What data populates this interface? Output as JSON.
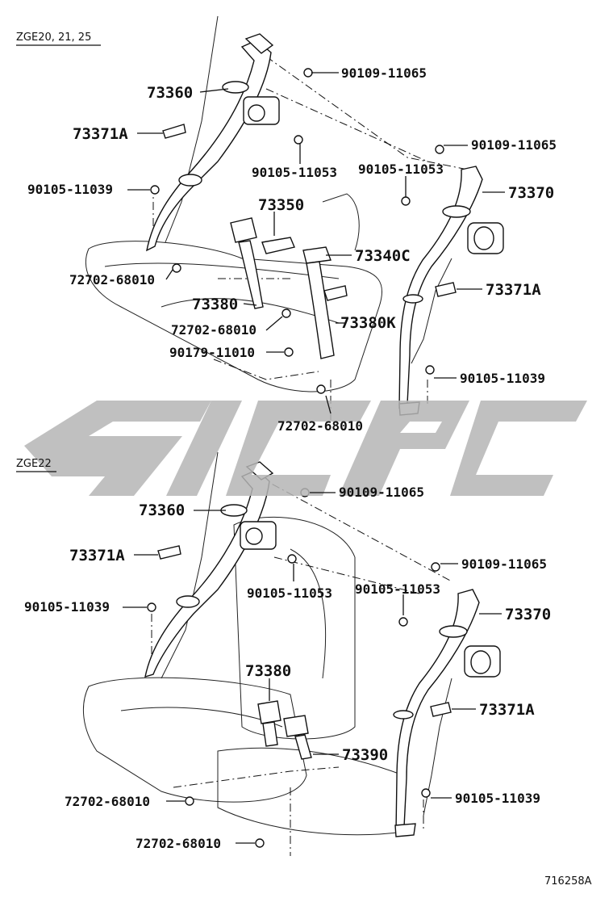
{
  "diagram_code": "716258A",
  "sections": [
    {
      "variant": "ZGE20, 21, 25",
      "labels": [
        "73360",
        "90109-11065",
        "73371A",
        "90109-11065",
        "90105-11053",
        "90105-11053",
        "73370",
        "90105-11039",
        "73350",
        "73340C",
        "72702-68010",
        "73371A",
        "73380",
        "72702-68010",
        "73380K",
        "90179-11010",
        "90105-11039",
        "72702-68010"
      ]
    },
    {
      "variant": "ZGE22",
      "labels": [
        "73360",
        "90109-11065",
        "73371A",
        "90109-11065",
        "90105-11053",
        "90105-11039",
        "90105-11053",
        "73370",
        "73380",
        "73371A",
        "73390",
        "72702-68010",
        "90105-11039",
        "72702-68010"
      ]
    }
  ]
}
